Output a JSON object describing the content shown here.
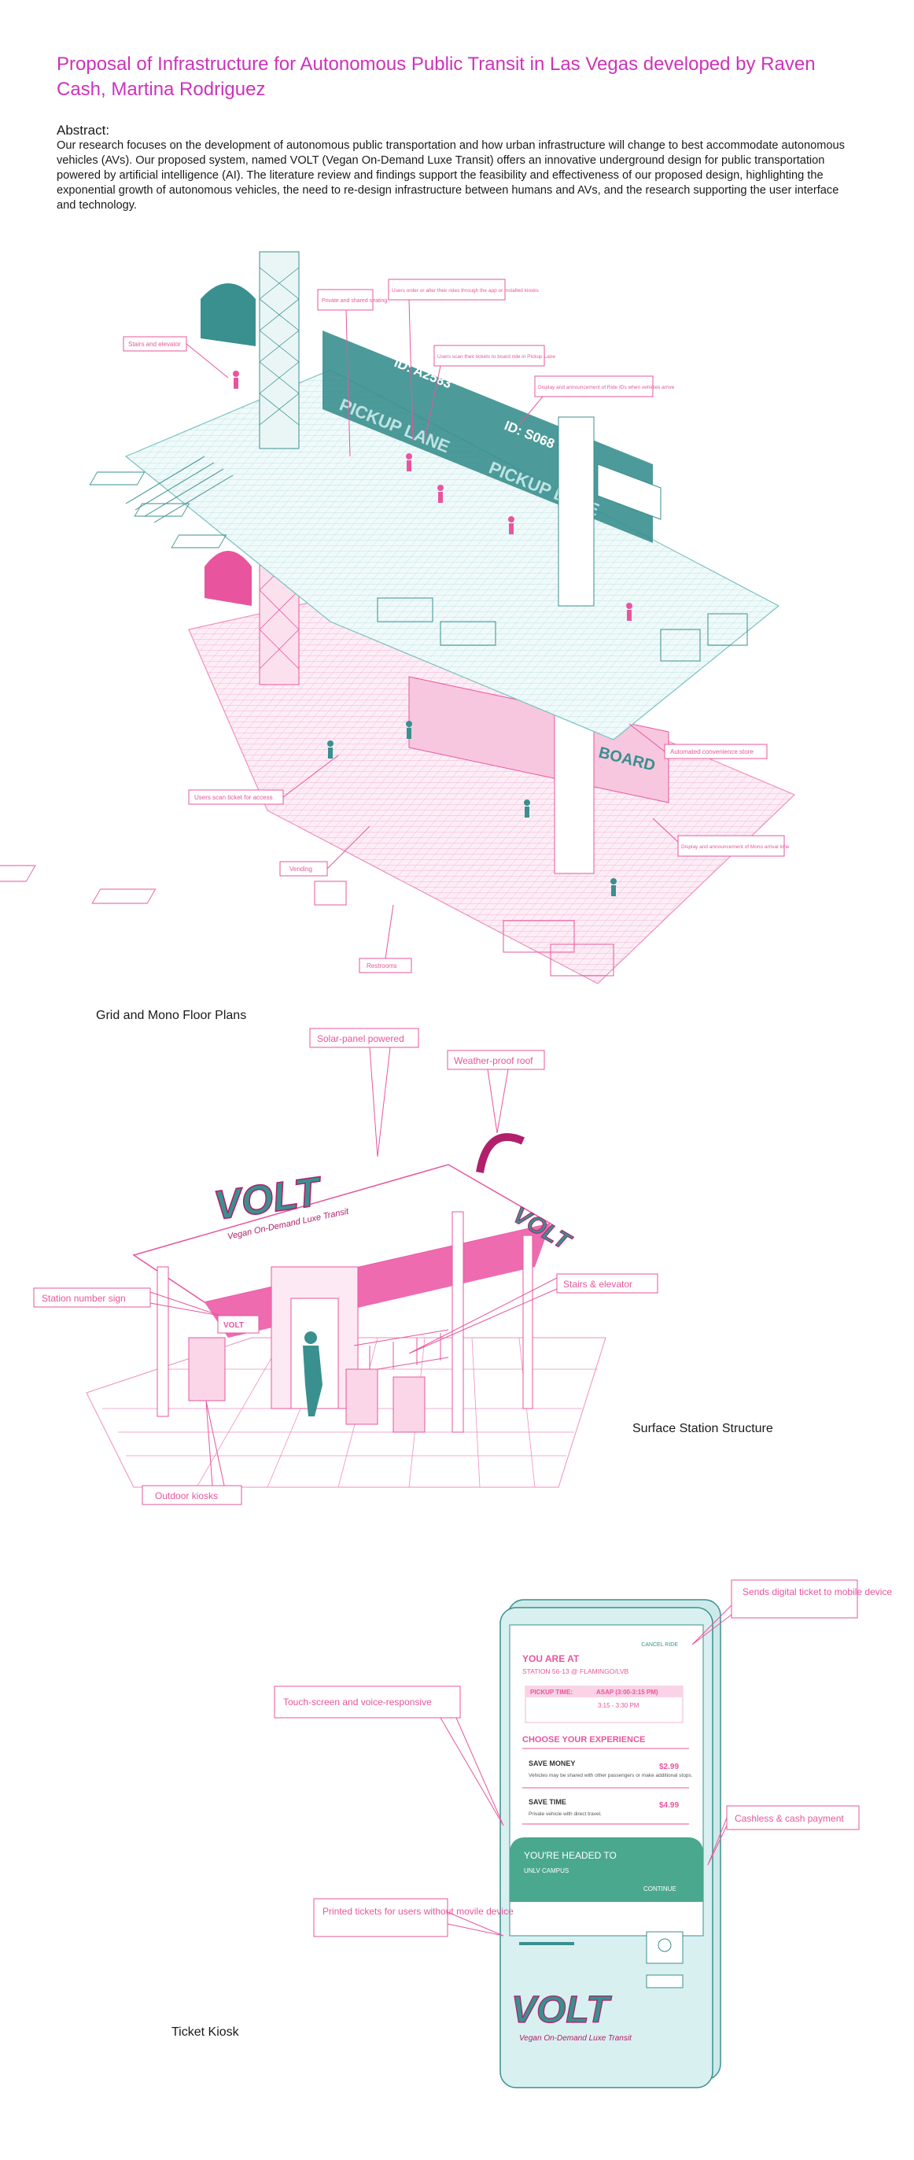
{
  "title": "Proposal of Infrastructure for Autonomous Public Transit in Las Vegas developed by Raven Cash, Martina Rodriguez",
  "abstract": {
    "heading": "Abstract:",
    "body": "Our research focuses on the development of autonomous public transportation and how urban infrastructure will change to best accommodate autonomous vehicles (AVs). Our proposed system, named VOLT (Vegan On-Demand Luxe Transit) offers an innovative underground design for public transportation powered by artificial intelligence (AI). The literature review and findings support the feasibility and effectiveness of our proposed design, highlighting the exponential growth of autonomous vehicles, the need to re-design infrastructure between humans and AVs, and the research supporting the user interface and technology."
  },
  "colors": {
    "pink": "#e8559e",
    "teal": "#3a8f8f",
    "title_magenta": "#cc33bb"
  },
  "figures": {
    "floor_plans": {
      "caption": "Grid and Mono Floor Plans",
      "callouts": {
        "stairs": "Stairs and elevator",
        "seating": "Private and shared seating",
        "order": "Users order or alter their rides through the app or installed kiosks",
        "scan_pickup": "Users scan their tickets to board ride in Pickup Lane",
        "display_ids": "Display and announcement of Ride IDs when vehicles arrive",
        "store": "Automated convenience store",
        "scan_access": "Users scan ticket for access",
        "vending": "Vending",
        "restrooms": "Restrooms",
        "mono_display": "Display and announcement of Mono arrival time"
      },
      "signs": {
        "id1": "ID: A2583",
        "id2": "ID: S068",
        "pickup": "PICKUP LANE",
        "board": "BOARD"
      }
    },
    "surface_station": {
      "caption": "Surface Station Structure",
      "callouts": {
        "solar": "Solar-panel powered",
        "roof": "Weather-proof roof",
        "sign": "Station number sign",
        "stairs": "Stairs & elevator",
        "kiosks": "Outdoor kiosks"
      },
      "brand": "VOLT",
      "tagline": "Vegan On-Demand Luxe Transit"
    },
    "ticket_kiosk": {
      "caption": "Ticket Kiosk",
      "callouts": {
        "digital": "Sends digital ticket to mobile device",
        "touch": "Touch-screen and voice-responsive",
        "cash": "Cashless & cash payment",
        "printed": "Printed tickets for users without movile device"
      },
      "screen": {
        "cancel": "CANCEL RIDE",
        "you_are_at": "YOU ARE AT",
        "station": "STATION 56-13 @ FLAMINGO/LVB",
        "pickup_label": "PICKUP TIME:",
        "pickup_value": "ASAP (3:00-3:15 PM)",
        "time_alt": "3:15 - 3:30 PM",
        "experience": "CHOOSE YOUR EXPERIENCE",
        "save_money": "SAVE MONEY",
        "save_money_desc": "Vehicles may be shared with other passengers or make additional stops.",
        "save_money_price": "$2.99",
        "save_time": "SAVE TIME",
        "save_time_desc": "Private vehicle with direct travel.",
        "save_time_price": "$4.99",
        "headed": "YOU'RE HEADED TO",
        "destination": "UNLV CAMPUS",
        "continue": "CONTINUE",
        "brand": "VOLT",
        "tagline": "Vegan On-Demand Luxe Transit"
      }
    }
  }
}
